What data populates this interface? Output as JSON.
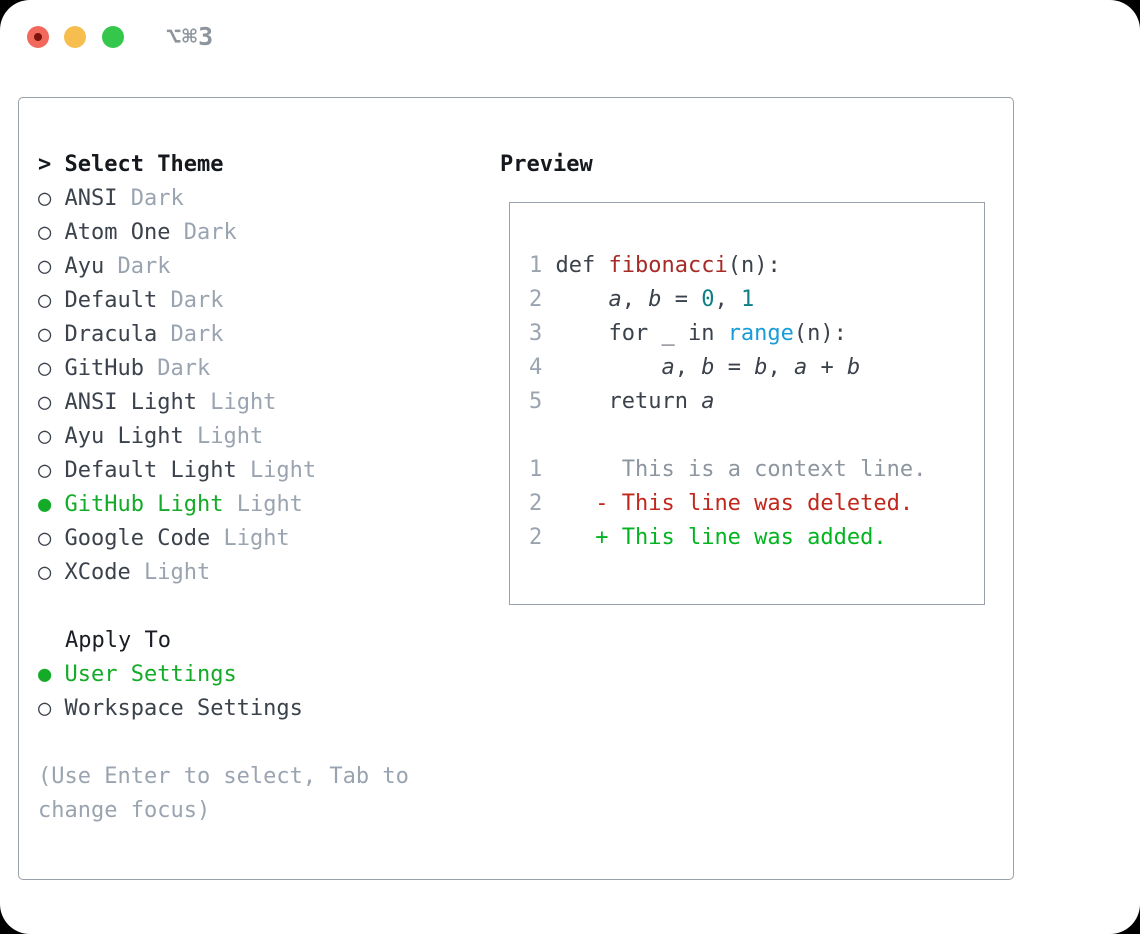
{
  "colors": {
    "header": "#15181c",
    "item": "#3b424c",
    "muted": "#9aa4b0",
    "selected": "#13ab27",
    "hint": "#9aa4b0",
    "panel_border": "#98a1ac",
    "window_title": "#8e959d",
    "lineno": "#9aa4b0",
    "code": "#3b424c",
    "func": "#a62b26",
    "number": "#0f7f87",
    "builtin": "#199cd8",
    "context": "#8d959f",
    "deleted": "#c1281c",
    "added": "#03b421",
    "traffic_close": "#f1695d",
    "traffic_close_dot": "#7c130c",
    "traffic_min": "#f6be4f",
    "traffic_zoom": "#35c74c"
  },
  "window": {
    "title": "⌥⌘3",
    "controls": [
      {
        "name": "close",
        "color_key": "traffic_close"
      },
      {
        "name": "minimize",
        "color_key": "traffic_min"
      },
      {
        "name": "zoom",
        "color_key": "traffic_zoom"
      }
    ]
  },
  "theme_picker": {
    "header_prefix": ">",
    "header_label": "Select Theme",
    "themes": [
      {
        "bullet": "○",
        "name": "ANSI",
        "variant": "Dark",
        "selected": false
      },
      {
        "bullet": "○",
        "name": "Atom One",
        "variant": "Dark",
        "selected": false
      },
      {
        "bullet": "○",
        "name": "Ayu",
        "variant": "Dark",
        "selected": false
      },
      {
        "bullet": "○",
        "name": "Default",
        "variant": "Dark",
        "selected": false
      },
      {
        "bullet": "○",
        "name": "Dracula",
        "variant": "Dark",
        "selected": false
      },
      {
        "bullet": "○",
        "name": "GitHub",
        "variant": "Dark",
        "selected": false
      },
      {
        "bullet": "○",
        "name": "ANSI Light",
        "variant": "Light",
        "selected": false
      },
      {
        "bullet": "○",
        "name": "Ayu Light",
        "variant": "Light",
        "selected": false
      },
      {
        "bullet": "○",
        "name": "Default Light",
        "variant": "Light",
        "selected": false
      },
      {
        "bullet": "●",
        "name": "GitHub Light",
        "variant": "Light",
        "selected": true
      },
      {
        "bullet": "○",
        "name": "Google Code",
        "variant": "Light",
        "selected": false
      },
      {
        "bullet": "○",
        "name": "XCode",
        "variant": "Light",
        "selected": false
      }
    ],
    "apply_to": {
      "label": "Apply To",
      "options": [
        {
          "bullet": "●",
          "name": "User Settings",
          "selected": true
        },
        {
          "bullet": "○",
          "name": "Workspace Settings",
          "selected": false
        }
      ]
    },
    "hint_lines": [
      "(Use Enter to select, Tab to",
      "change focus)"
    ]
  },
  "preview": {
    "title": "Preview",
    "lines": [
      {
        "kind": "code",
        "segments": [
          {
            "t": "1",
            "c": "lineno"
          },
          {
            "t": " def ",
            "c": "code"
          },
          {
            "t": "fibonacci",
            "c": "func"
          },
          {
            "t": "(n):",
            "c": "code"
          }
        ]
      },
      {
        "kind": "code",
        "segments": [
          {
            "t": "2",
            "c": "lineno"
          },
          {
            "t": "     ",
            "c": "code"
          },
          {
            "t": "a",
            "c": "code",
            "i": true
          },
          {
            "t": ", ",
            "c": "code"
          },
          {
            "t": "b",
            "c": "code",
            "i": true
          },
          {
            "t": " = ",
            "c": "code"
          },
          {
            "t": "0",
            "c": "number"
          },
          {
            "t": ", ",
            "c": "code"
          },
          {
            "t": "1",
            "c": "number"
          }
        ]
      },
      {
        "kind": "code",
        "segments": [
          {
            "t": "3",
            "c": "lineno"
          },
          {
            "t": "     for _ in ",
            "c": "code"
          },
          {
            "t": "range",
            "c": "builtin"
          },
          {
            "t": "(n):",
            "c": "code"
          }
        ]
      },
      {
        "kind": "code",
        "segments": [
          {
            "t": "4",
            "c": "lineno"
          },
          {
            "t": "         ",
            "c": "code"
          },
          {
            "t": "a",
            "c": "code",
            "i": true
          },
          {
            "t": ", ",
            "c": "code"
          },
          {
            "t": "b",
            "c": "code",
            "i": true
          },
          {
            "t": " = ",
            "c": "code"
          },
          {
            "t": "b",
            "c": "code",
            "i": true
          },
          {
            "t": ", ",
            "c": "code"
          },
          {
            "t": "a",
            "c": "code",
            "i": true
          },
          {
            "t": " + ",
            "c": "code"
          },
          {
            "t": "b",
            "c": "code",
            "i": true
          }
        ]
      },
      {
        "kind": "code",
        "segments": [
          {
            "t": "5",
            "c": "lineno"
          },
          {
            "t": "     return ",
            "c": "code"
          },
          {
            "t": "a",
            "c": "code",
            "i": true
          }
        ]
      },
      {
        "kind": "blank",
        "segments": []
      },
      {
        "kind": "context",
        "segments": [
          {
            "t": "1",
            "c": "lineno"
          },
          {
            "t": "      ",
            "c": "code"
          },
          {
            "t": "This is a context line.",
            "c": "context"
          }
        ]
      },
      {
        "kind": "deleted",
        "segments": [
          {
            "t": "2",
            "c": "lineno"
          },
          {
            "t": "    ",
            "c": "code"
          },
          {
            "t": "- This line was deleted.",
            "c": "deleted"
          }
        ]
      },
      {
        "kind": "added",
        "segments": [
          {
            "t": "2",
            "c": "lineno"
          },
          {
            "t": "    ",
            "c": "code"
          },
          {
            "t": "+ This line was added.",
            "c": "added"
          }
        ]
      }
    ]
  }
}
